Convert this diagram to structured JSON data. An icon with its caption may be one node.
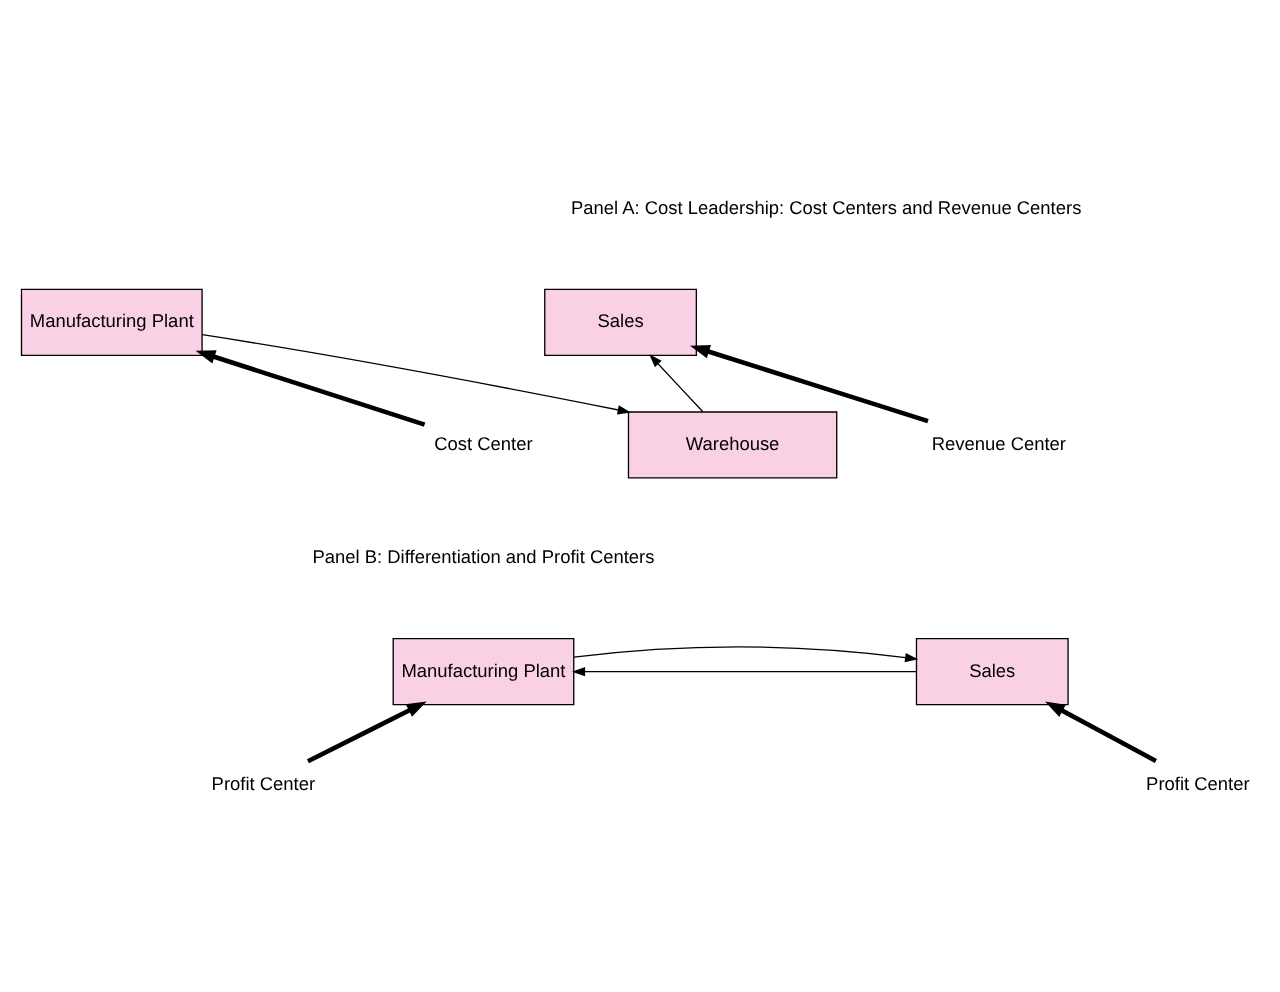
{
  "diagram": {
    "nodes": [
      {
        "text": [
          "Manufacturing Plant"
        ]
      },
      {
        "text": [
          "Sales"
        ]
      },
      {
        "text": [
          "Warehouse"
        ]
      },
      {
        "text": [
          "Cost Center"
        ]
      },
      {
        "text": [
          "Revenue Center"
        ]
      },
      {
        "text": [
          "Manufacturing Plant"
        ]
      },
      {
        "text": [
          "Sales"
        ]
      },
      {
        "text": [
          "Profit Center"
        ]
      },
      {
        "text": [
          "Profit Center"
        ]
      }
    ],
    "edges": [
      {
        "from": 3,
        "to": 0,
        "arrow": "to",
        "style": "thick"
      },
      {
        "from": 0,
        "to": 2,
        "arrow": "to"
      },
      {
        "from": 2,
        "to": 1,
        "arrow": "to"
      },
      {
        "from": 4,
        "to": 1,
        "arrow": "to",
        "style": "thick"
      },
      {
        "from": 6,
        "to": 5,
        "arrow": "to"
      },
      {
        "from": 5,
        "to": 6,
        "arrow": "to"
      },
      {
        "from": 7,
        "to": 5,
        "arrow": "to",
        "style": "thick"
      },
      {
        "from": 8,
        "to": 6,
        "arrow": "to",
        "style": "thick"
      }
    ],
    "labels": [
      "Panel A: Cost Leadership: Cost Centers and Revenue Centers",
      "Panel B: Differentiation and Profit Centers"
    ]
  }
}
